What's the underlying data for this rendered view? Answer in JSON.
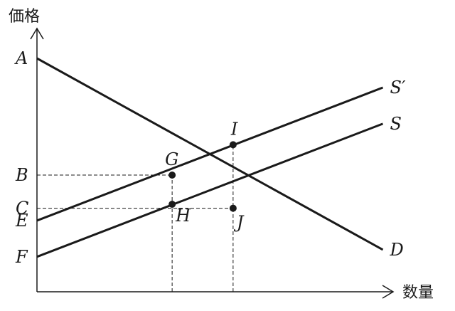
{
  "axes": {
    "y_label": "価格",
    "x_label": "数量",
    "x_range": [
      0,
      1.305
    ],
    "y_range": [
      0,
      1.17
    ]
  },
  "price_levels": {
    "A": 1.0,
    "B": 0.5,
    "C": 0.358,
    "E": 0.305,
    "F": 0.15
  },
  "quantity_levels": {
    "G": 0.51,
    "J": 0.74
  },
  "lines": [
    {
      "id": "D",
      "label": "D",
      "from": [
        0,
        1.0
      ],
      "to": [
        1.305,
        0.18
      ]
    },
    {
      "id": "S",
      "label": "S",
      "from": [
        0,
        0.15
      ],
      "to": [
        1.305,
        0.72
      ]
    },
    {
      "id": "S_prime",
      "label": "S′",
      "from": [
        0,
        0.305
      ],
      "to": [
        1.305,
        0.875
      ]
    }
  ],
  "points": [
    {
      "id": "G",
      "label": "G",
      "x": 0.51,
      "y": 0.5
    },
    {
      "id": "I",
      "label": "I",
      "x": 0.74,
      "y": 0.63
    },
    {
      "id": "H",
      "label": "H",
      "x": 0.51,
      "y": 0.375
    },
    {
      "id": "J",
      "label": "J",
      "x": 0.74,
      "y": 0.358
    }
  ],
  "dashed_guides": [
    {
      "id": "guide-B",
      "from": [
        0,
        0.5
      ],
      "to": [
        0.51,
        0.5
      ]
    },
    {
      "id": "guide-C",
      "from": [
        0,
        0.358
      ],
      "to": [
        0.74,
        0.358
      ]
    },
    {
      "id": "guide-G",
      "from": [
        0.51,
        0
      ],
      "to": [
        0.51,
        0.5
      ]
    },
    {
      "id": "guide-I",
      "from": [
        0.74,
        0
      ],
      "to": [
        0.74,
        0.63
      ]
    }
  ],
  "axis_price_labels": [
    "A",
    "B",
    "C",
    "E",
    "F"
  ]
}
